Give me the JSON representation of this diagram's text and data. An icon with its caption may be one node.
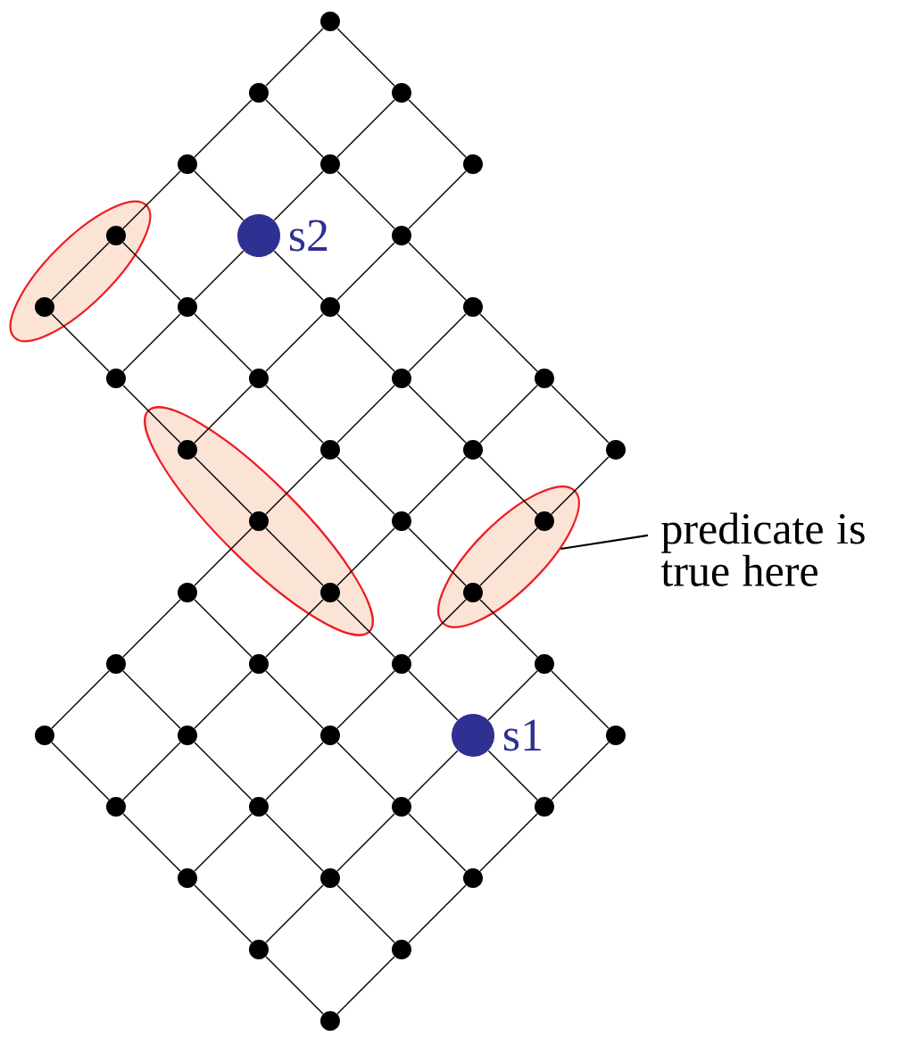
{
  "diagram": {
    "nodes": [
      {
        "text": [],
        "shape": "circle"
      },
      {
        "text": [],
        "shape": "circle"
      },
      {
        "text": [],
        "shape": "circle"
      },
      {
        "text": [],
        "shape": "circle"
      },
      {
        "text": [],
        "shape": "circle"
      },
      {
        "text": [],
        "shape": "circle"
      },
      {
        "text": [],
        "shape": "circle",
        "in": 46
      },
      {
        "text": [],
        "shape": "circle",
        "beside": [
          "s2"
        ]
      },
      {
        "text": [],
        "shape": "circle"
      },
      {
        "text": [],
        "shape": "circle",
        "in": 46
      },
      {
        "text": [],
        "shape": "circle"
      },
      {
        "text": [],
        "shape": "circle"
      },
      {
        "text": [],
        "shape": "circle"
      },
      {
        "text": [],
        "shape": "circle"
      },
      {
        "text": [],
        "shape": "circle"
      },
      {
        "text": [],
        "shape": "circle"
      },
      {
        "text": [],
        "shape": "circle"
      },
      {
        "text": [],
        "shape": "circle",
        "in": 47
      },
      {
        "text": [],
        "shape": "circle"
      },
      {
        "text": [],
        "shape": "circle"
      },
      {
        "text": [],
        "shape": "circle"
      },
      {
        "text": [],
        "shape": "circle",
        "in": 47
      },
      {
        "text": [],
        "shape": "circle"
      },
      {
        "text": [],
        "shape": "circle",
        "in": 48
      },
      {
        "text": [],
        "shape": "circle"
      },
      {
        "text": [],
        "shape": "circle",
        "in": 47
      },
      {
        "text": [],
        "shape": "circle",
        "in": 48
      },
      {
        "text": [],
        "shape": "circle"
      },
      {
        "text": [],
        "shape": "circle"
      },
      {
        "text": [],
        "shape": "circle"
      },
      {
        "text": [],
        "shape": "circle"
      },
      {
        "text": [],
        "shape": "circle"
      },
      {
        "text": [],
        "shape": "circle"
      },
      {
        "text": [],
        "shape": "circle"
      },
      {
        "text": [],
        "shape": "circle",
        "beside": [
          "s1"
        ]
      },
      {
        "text": [],
        "shape": "circle"
      },
      {
        "text": [],
        "shape": "circle"
      },
      {
        "text": [],
        "shape": "circle"
      },
      {
        "text": [],
        "shape": "circle"
      },
      {
        "text": [],
        "shape": "circle"
      },
      {
        "text": [],
        "shape": "circle"
      },
      {
        "text": [],
        "shape": "circle"
      },
      {
        "text": [],
        "shape": "circle"
      },
      {
        "text": [],
        "shape": "circle"
      },
      {
        "text": [],
        "shape": "circle"
      },
      {
        "text": [],
        "shape": "circle"
      },
      {
        "text": [],
        "shape": "ellipse"
      },
      {
        "text": [],
        "shape": "ellipse"
      },
      {
        "text": [],
        "shape": "ellipse"
      },
      {
        "text": [
          "predicate is true here"
        ]
      }
    ],
    "edges": [
      {
        "from": 0,
        "to": 2,
        "arrow": "none"
      },
      {
        "from": 2,
        "to": 5,
        "arrow": "none"
      },
      {
        "from": 1,
        "to": 4,
        "arrow": "none"
      },
      {
        "from": 4,
        "to": 8,
        "arrow": "none"
      },
      {
        "from": 8,
        "to": 12,
        "arrow": "none"
      },
      {
        "from": 12,
        "to": 16,
        "arrow": "none"
      },
      {
        "from": 16,
        "to": 20,
        "arrow": "none"
      },
      {
        "from": 3,
        "to": 7,
        "arrow": "none"
      },
      {
        "from": 7,
        "to": 11,
        "arrow": "none"
      },
      {
        "from": 11,
        "to": 15,
        "arrow": "none"
      },
      {
        "from": 15,
        "to": 19,
        "arrow": "none"
      },
      {
        "from": 19,
        "to": 23,
        "arrow": "none"
      },
      {
        "from": 6,
        "to": 10,
        "arrow": "none"
      },
      {
        "from": 10,
        "to": 14,
        "arrow": "none"
      },
      {
        "from": 14,
        "to": 18,
        "arrow": "none"
      },
      {
        "from": 18,
        "to": 22,
        "arrow": "none"
      },
      {
        "from": 22,
        "to": 26,
        "arrow": "none"
      },
      {
        "from": 26,
        "to": 30,
        "arrow": "none"
      },
      {
        "from": 30,
        "to": 35,
        "arrow": "none"
      },
      {
        "from": 9,
        "to": 13,
        "arrow": "none"
      },
      {
        "from": 13,
        "to": 17,
        "arrow": "none"
      },
      {
        "from": 17,
        "to": 21,
        "arrow": "none"
      },
      {
        "from": 21,
        "to": 25,
        "arrow": "none"
      },
      {
        "from": 25,
        "to": 29,
        "arrow": "none"
      },
      {
        "from": 29,
        "to": 34,
        "arrow": "none"
      },
      {
        "from": 34,
        "to": 39,
        "arrow": "none"
      },
      {
        "from": 24,
        "to": 28,
        "arrow": "none"
      },
      {
        "from": 28,
        "to": 33,
        "arrow": "none"
      },
      {
        "from": 33,
        "to": 38,
        "arrow": "none"
      },
      {
        "from": 38,
        "to": 42,
        "arrow": "none"
      },
      {
        "from": 27,
        "to": 32,
        "arrow": "none"
      },
      {
        "from": 32,
        "to": 37,
        "arrow": "none"
      },
      {
        "from": 37,
        "to": 41,
        "arrow": "none"
      },
      {
        "from": 41,
        "to": 44,
        "arrow": "none"
      },
      {
        "from": 31,
        "to": 36,
        "arrow": "none"
      },
      {
        "from": 36,
        "to": 40,
        "arrow": "none"
      },
      {
        "from": 40,
        "to": 43,
        "arrow": "none"
      },
      {
        "from": 43,
        "to": 45,
        "arrow": "none"
      },
      {
        "from": 0,
        "to": 1,
        "arrow": "none"
      },
      {
        "from": 1,
        "to": 3,
        "arrow": "none"
      },
      {
        "from": 3,
        "to": 6,
        "arrow": "none"
      },
      {
        "from": 6,
        "to": 9,
        "arrow": "none"
      },
      {
        "from": 2,
        "to": 4,
        "arrow": "none"
      },
      {
        "from": 4,
        "to": 7,
        "arrow": "none"
      },
      {
        "from": 7,
        "to": 10,
        "arrow": "none"
      },
      {
        "from": 10,
        "to": 13,
        "arrow": "none"
      },
      {
        "from": 5,
        "to": 8,
        "arrow": "none"
      },
      {
        "from": 8,
        "to": 11,
        "arrow": "none"
      },
      {
        "from": 11,
        "to": 14,
        "arrow": "none"
      },
      {
        "from": 14,
        "to": 17,
        "arrow": "none"
      },
      {
        "from": 12,
        "to": 15,
        "arrow": "none"
      },
      {
        "from": 15,
        "to": 18,
        "arrow": "none"
      },
      {
        "from": 18,
        "to": 21,
        "arrow": "none"
      },
      {
        "from": 21,
        "to": 24,
        "arrow": "none"
      },
      {
        "from": 24,
        "to": 27,
        "arrow": "none"
      },
      {
        "from": 27,
        "to": 31,
        "arrow": "none"
      },
      {
        "from": 16,
        "to": 19,
        "arrow": "none"
      },
      {
        "from": 19,
        "to": 22,
        "arrow": "none"
      },
      {
        "from": 22,
        "to": 25,
        "arrow": "none"
      },
      {
        "from": 25,
        "to": 28,
        "arrow": "none"
      },
      {
        "from": 28,
        "to": 32,
        "arrow": "none"
      },
      {
        "from": 32,
        "to": 36,
        "arrow": "none"
      },
      {
        "from": 20,
        "to": 23,
        "arrow": "none"
      },
      {
        "from": 23,
        "to": 26,
        "arrow": "none"
      },
      {
        "from": 26,
        "to": 29,
        "arrow": "none"
      },
      {
        "from": 29,
        "to": 33,
        "arrow": "none"
      },
      {
        "from": 33,
        "to": 37,
        "arrow": "none"
      },
      {
        "from": 37,
        "to": 40,
        "arrow": "none"
      },
      {
        "from": 30,
        "to": 34,
        "arrow": "none"
      },
      {
        "from": 34,
        "to": 38,
        "arrow": "none"
      },
      {
        "from": 38,
        "to": 41,
        "arrow": "none"
      },
      {
        "from": 41,
        "to": 43,
        "arrow": "none"
      },
      {
        "from": 35,
        "to": 39,
        "arrow": "none"
      },
      {
        "from": 39,
        "to": 42,
        "arrow": "none"
      },
      {
        "from": 42,
        "to": 44,
        "arrow": "none"
      },
      {
        "from": 44,
        "to": 45,
        "arrow": "none"
      },
      {
        "from": 49,
        "to": 48,
        "arrow": "none"
      }
    ]
  }
}
